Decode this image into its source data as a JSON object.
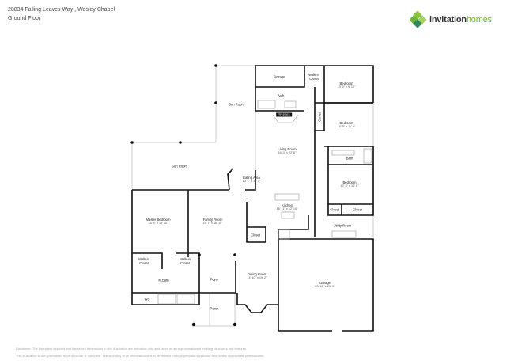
{
  "header": {
    "address": "28834 Falling Leaves Way , Wesley Chapel",
    "floor": "Ground Floor"
  },
  "brand": {
    "name_part1": "invitation",
    "name_part2": "homes",
    "color_dark": "#333333",
    "color_green": "#6cb33f"
  },
  "rooms": {
    "sun_room_upper": {
      "name": "Sun Room"
    },
    "sun_room_left": {
      "name": "Sun Room"
    },
    "storage": {
      "name": "Storage"
    },
    "walk_in_closet_upper": {
      "name": "Walk-in Closet"
    },
    "bedroom1": {
      "name": "Bedroom",
      "dim": "13' 6\" x 9' 10\""
    },
    "bath_upper": {
      "name": "Bath"
    },
    "fireplace": {
      "name": "Fireplace"
    },
    "closet_vertical": {
      "name": "Closet"
    },
    "bedroom2": {
      "name": "Bedroom",
      "dim": "15' 8\" x 11' 5\""
    },
    "living_room": {
      "name": "Living Room",
      "dim": "16' 3\" x 22' 6\""
    },
    "bath_right": {
      "name": "Bath"
    },
    "eating_area": {
      "name": "Eating Area",
      "dim": "13' 1\" x 11' 1\""
    },
    "bedroom3": {
      "name": "Bedroom",
      "dim": "12' 3\" x 10' 6\""
    },
    "kitchen": {
      "name": "Kitchen",
      "dim": "18' 11\" x 12' 10\""
    },
    "closet_a": {
      "name": "Closet"
    },
    "closet_b": {
      "name": "Closet"
    },
    "master_bedroom": {
      "name": "Master Bedroom",
      "dim": "15' 5\" x 16' 10\""
    },
    "family_room": {
      "name": "Family Room",
      "dim": "15' 7\" x 16' 10\""
    },
    "utility_room": {
      "name": "Utility Room"
    },
    "closet_c": {
      "name": "Closet"
    },
    "walk_in_closet_left": {
      "name": "Walk-in Closet"
    },
    "walk_in_closet_right": {
      "name": "Walk-in Closet"
    },
    "mbath": {
      "name": "M.Bath"
    },
    "foyer": {
      "name": "Foyer"
    },
    "dining_room": {
      "name": "Dining Room",
      "dim": "11' 10\" x 19' 2\""
    },
    "garage": {
      "name": "Garage",
      "dim": "25' 11\" x 20' 3\""
    },
    "wc": {
      "name": "WC"
    },
    "porch": {
      "name": "Porch"
    }
  },
  "disclaimer": {
    "line1": "Disclaimer: The floorplans depicted and the stated dimensions in this illustration are indicative only and serve as an approximation of existing structures and features.",
    "line2": "This illustration is not guaranteed to be accurate or complete. The accuracy of all information should be verified through personal inspection and/or with appropriate professionals."
  }
}
